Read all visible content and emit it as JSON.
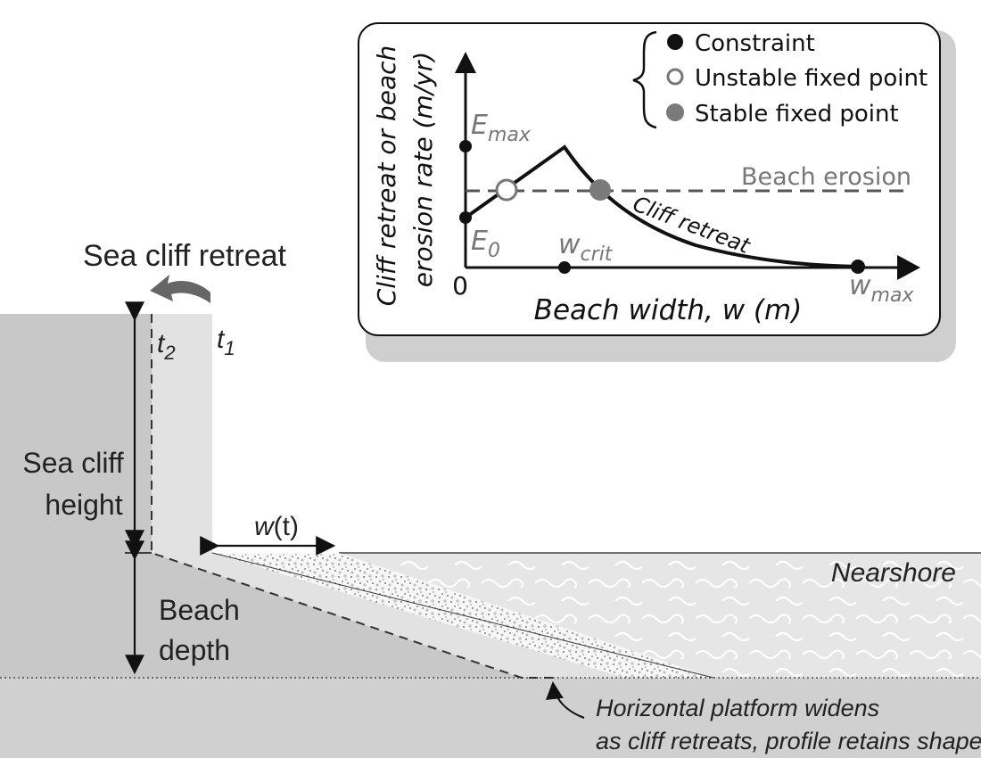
{
  "labels": {
    "sea_cliff_retreat": "Sea cliff retreat",
    "t2": "2",
    "t1": "1",
    "t_letter": "t",
    "sea_cliff_height_l1": "Sea cliff",
    "sea_cliff_height_l2": "height",
    "beach_depth_l1": "Beach",
    "beach_depth_l2": "depth",
    "w_t_italic": "w",
    "w_t_rest": "(t)",
    "nearshore": "Nearshore",
    "platform_l1": "Horizontal platform widens",
    "platform_l2": "as cliff retreats, profile retains shape"
  },
  "inset": {
    "ylabel_l1": "Cliff retreat or beach",
    "ylabel_l2": "erosion rate (m/yr)",
    "xlabel": "Beach width, w (m)",
    "origin": "0",
    "e_max_main": "E",
    "e_max_sub": "max",
    "e0_main": "E",
    "e0_sub": "0",
    "wcrit_main": "w",
    "wcrit_sub": "crit",
    "wmax_main": "w",
    "wmax_sub": "max",
    "beach_erosion": "Beach erosion",
    "cliff_retreat": "Cliff retreat",
    "legend": {
      "constraint": "Constraint",
      "unstable": "Unstable fixed point",
      "stable": "Stable fixed point"
    }
  },
  "colors": {
    "cliff": "#c8c8c8",
    "retreat_strip": "#e2e2e2",
    "platform": "#d0d0d0",
    "nearshore": "#e6e6e6",
    "ink": "#111111",
    "grey_text": "#777777",
    "stable_point": "#7a7a7a"
  }
}
